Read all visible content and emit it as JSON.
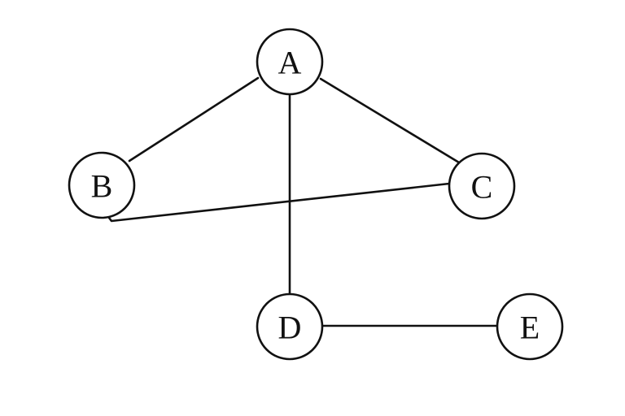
{
  "graph": {
    "nodes": [
      {
        "id": "A",
        "label": "A"
      },
      {
        "id": "B",
        "label": "B"
      },
      {
        "id": "C",
        "label": "C"
      },
      {
        "id": "D",
        "label": "D"
      },
      {
        "id": "E",
        "label": "E"
      }
    ],
    "edges": [
      {
        "from": "A",
        "to": "B"
      },
      {
        "from": "A",
        "to": "C"
      },
      {
        "from": "A",
        "to": "D"
      },
      {
        "from": "B",
        "to": "C"
      },
      {
        "from": "D",
        "to": "E"
      }
    ],
    "colors": {
      "stroke": "#111111",
      "fill": "#ffffff",
      "background": "#ffffff"
    }
  }
}
